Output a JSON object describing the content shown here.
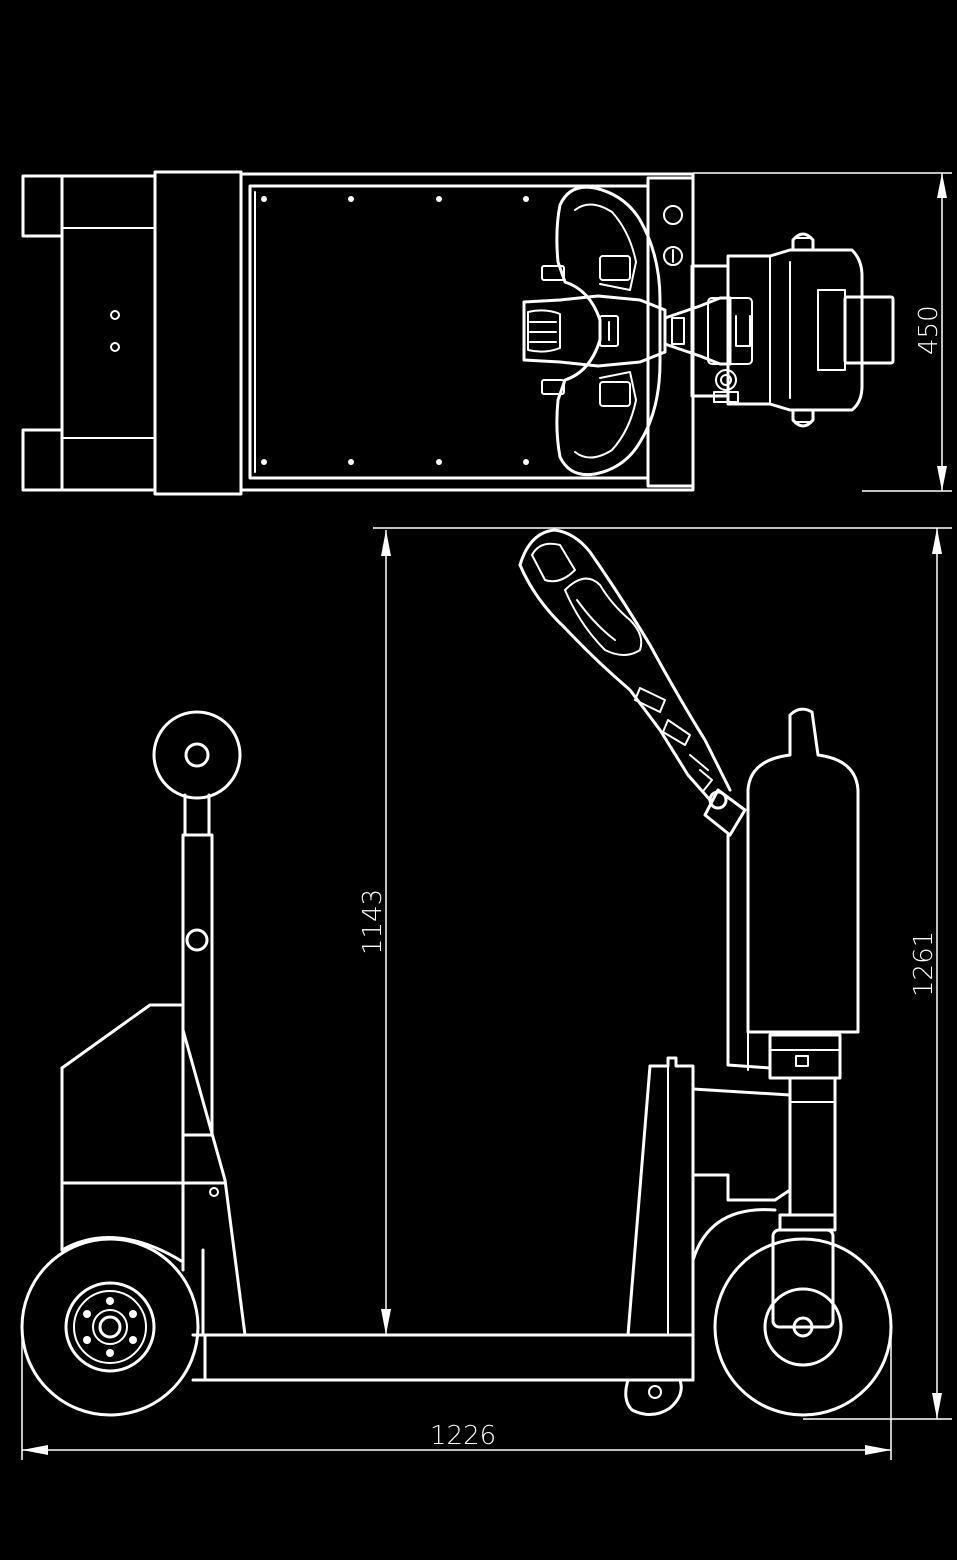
{
  "dimensions": {
    "width_top_view": "450",
    "platform_height": "1143",
    "overall_height": "1261",
    "overall_length": "1226"
  }
}
